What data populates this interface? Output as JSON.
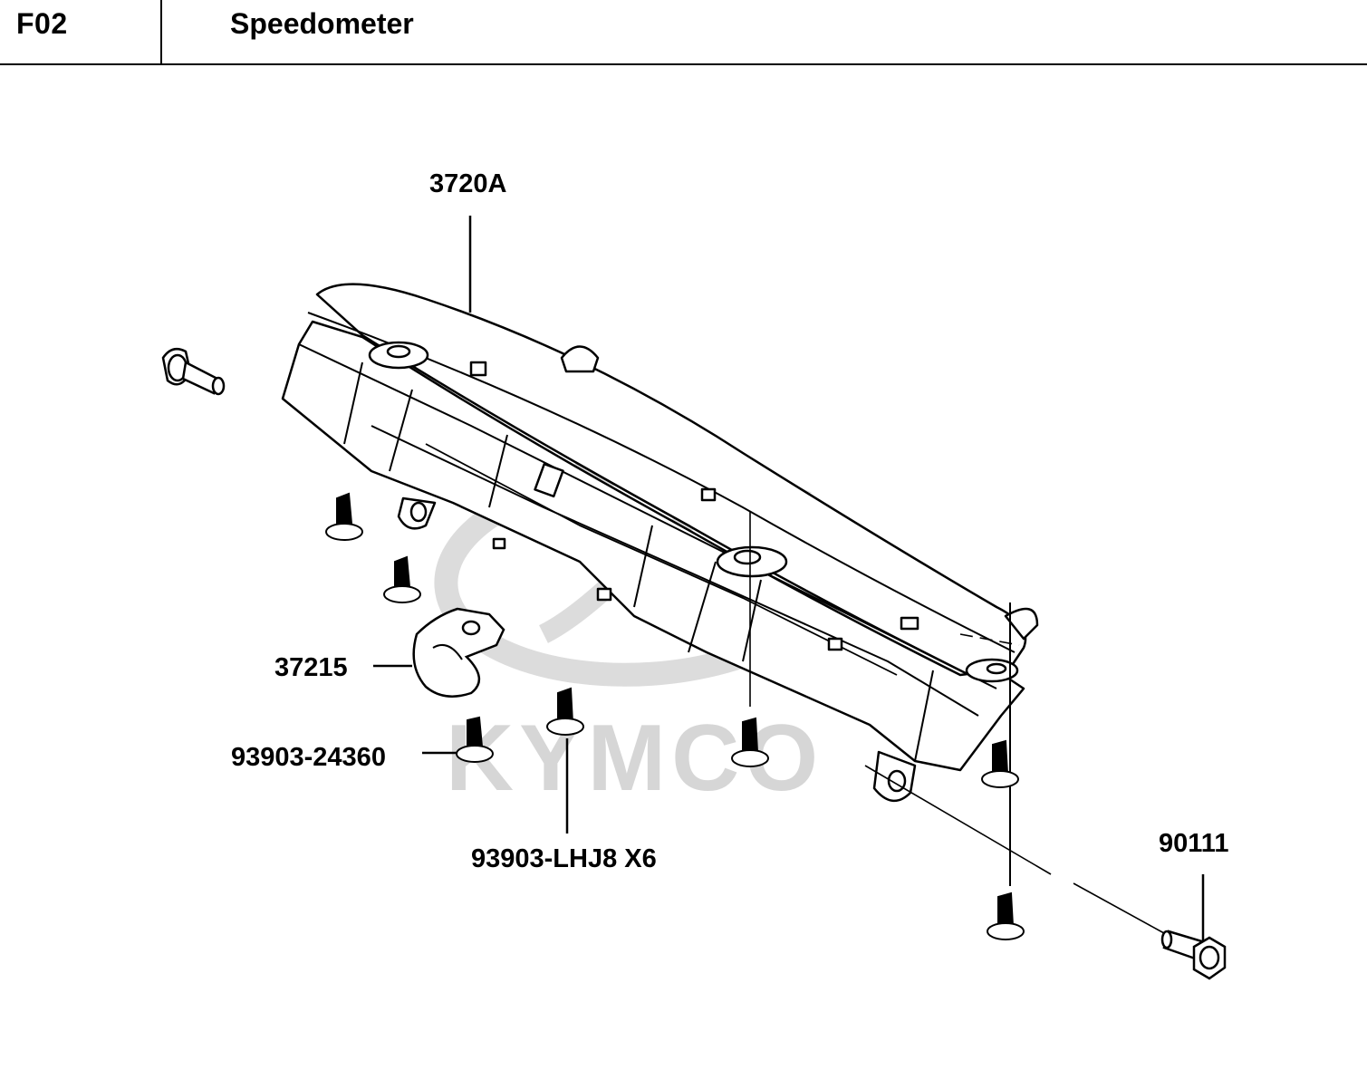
{
  "header": {
    "code": "F02",
    "title": "Speedometer"
  },
  "watermark": {
    "text": "KYMCO",
    "color": "#d6d6d6"
  },
  "callouts": {
    "speedometer_assy": "3720A",
    "clamp": "37215",
    "screw_small": "93903-24360",
    "screw_set": "93903-LHJ8 X6",
    "bolt": "90111"
  },
  "colors": {
    "ink": "#000000",
    "background": "#ffffff"
  }
}
